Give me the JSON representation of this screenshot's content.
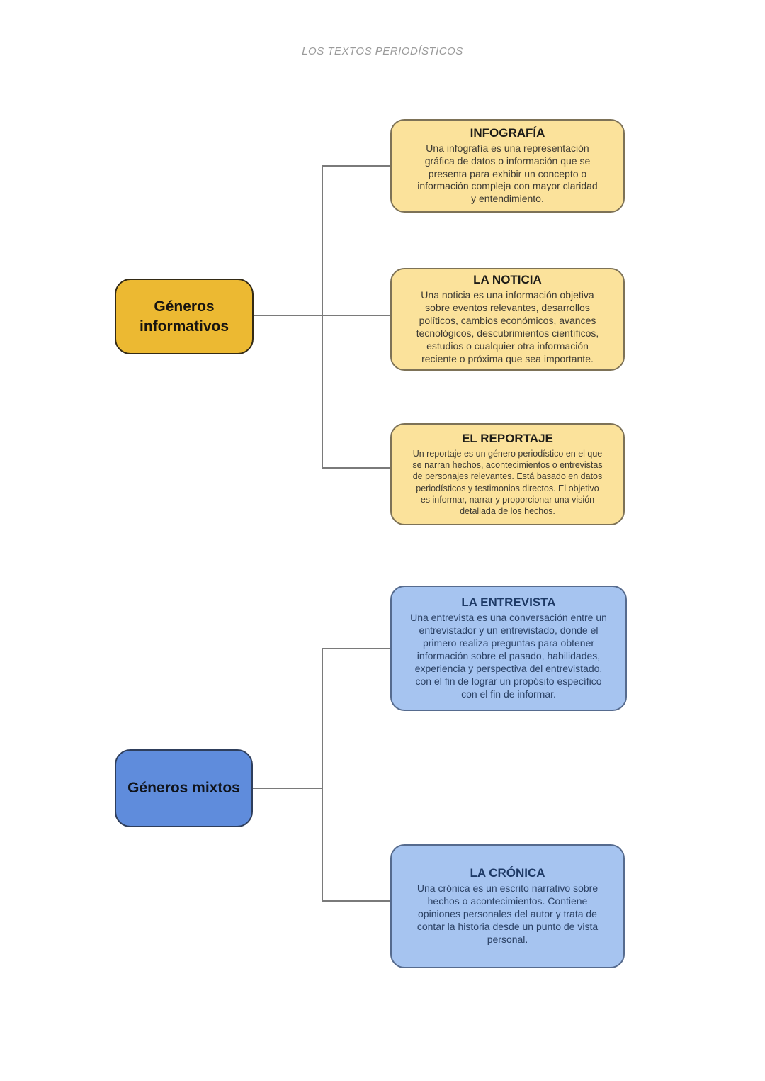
{
  "page": {
    "title": "LOS TEXTOS PERIODÍSTICOS"
  },
  "diagram": {
    "groups": [
      {
        "id": "generos-informativos",
        "label": "Géneros\ninformativos",
        "fill_color": "#ECB932",
        "card_fill_color": "#FBE29B",
        "children": [
          {
            "title": "INFOGRAFÍA",
            "body": "Una infografía es una representación\ngráfica de datos o información que se\npresenta para exhibir un concepto o\ninformación compleja con mayor claridad\ny entendimiento."
          },
          {
            "title": "LA NOTICIA",
            "body": "Una noticia es una información objetiva\nsobre eventos relevantes, desarrollos\npolíticos, cambios económicos, avances\ntecnológicos, descubrimientos científicos,\nestudios o cualquier otra información\nreciente o próxima que sea importante."
          },
          {
            "title": "EL REPORTAJE",
            "body": "Un reportaje es un género periodístico en el que\nse narran hechos, acontecimientos o entrevistas\nde personajes relevantes. Está basado en datos\nperiodísticos y testimonios directos. El objetivo\nes informar, narrar y proporcionar una visión\ndetallada de los hechos."
          }
        ]
      },
      {
        "id": "generos-mixtos",
        "label": "Géneros mixtos",
        "fill_color": "#5F8CDC",
        "card_fill_color": "#A6C4F0",
        "children": [
          {
            "title": "LA ENTREVISTA",
            "body": "Una entrevista es una conversación entre un\nentrevistador y un entrevistado, donde el\nprimero realiza preguntas para obtener\ninformación sobre el pasado, habilidades,\nexperiencia y perspectiva del entrevistado,\ncon el fin de lograr un propósito específico\ncon el fin de informar."
          },
          {
            "title": "LA CRÓNICA",
            "body": "Una crónica es un escrito narrativo sobre\nhechos o acontecimientos. Contiene\nopiniones personales del autor y trata de\ncontar la historia desde un punto de vista\npersonal."
          }
        ]
      }
    ],
    "colors": {
      "connector": "#7a7a7a",
      "informativos_node_fill": "#ECB932",
      "informativos_card_fill": "#FBE29B",
      "informativos_card_border": "#7d7257",
      "mixtos_node_fill": "#5F8CDC",
      "mixtos_card_fill": "#A6C4F0",
      "mixtos_card_border": "#566b8e",
      "header_text": "#9a9a9a"
    }
  }
}
